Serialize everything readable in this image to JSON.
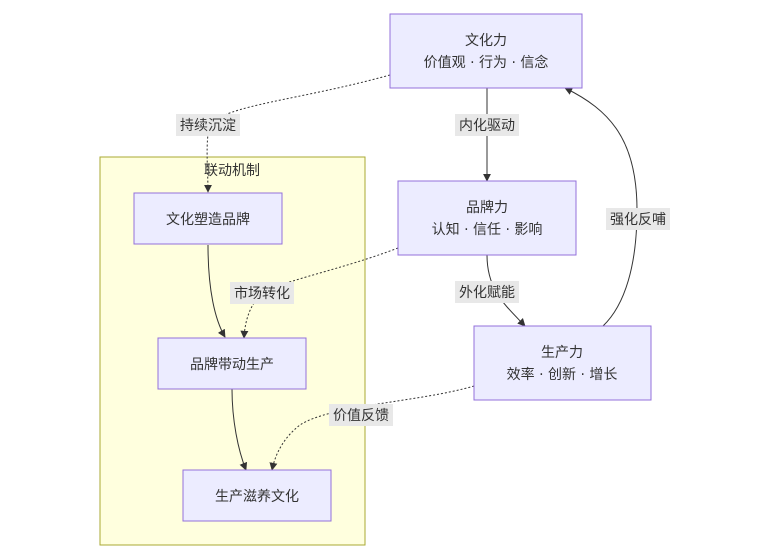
{
  "nodes": {
    "culture": {
      "title": "文化力",
      "subtitle": "价值观 · 行为 · 信念"
    },
    "brand": {
      "title": "品牌力",
      "subtitle": "认知 · 信任 · 影响"
    },
    "production": {
      "title": "生产力",
      "subtitle": "效率 · 创新 · 增长"
    }
  },
  "cluster": {
    "title": "联动机制",
    "items": {
      "culture_shapes_brand": "文化塑造品牌",
      "brand_drives_production": "品牌带动生产",
      "production_nourishes_culture": "生产滋养文化"
    }
  },
  "edges": {
    "culture_to_brand": "内化驱动",
    "brand_to_production": "外化赋能",
    "production_to_culture": "强化反哺",
    "culture_to_cluster": "持续沉淀",
    "brand_to_cluster": "市场转化",
    "production_to_cluster": "价值反馈"
  }
}
